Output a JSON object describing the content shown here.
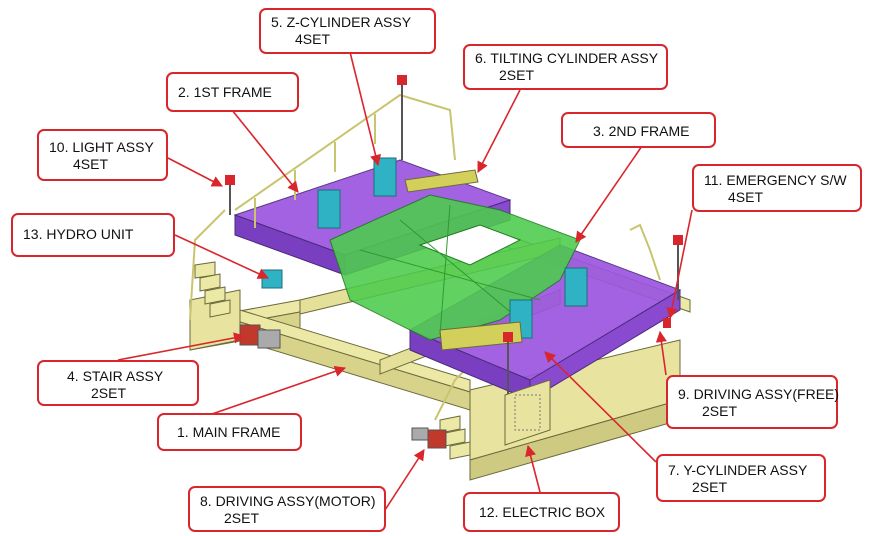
{
  "colors": {
    "callout_border": "#d9262c",
    "frame_yellow": "#ece8a6",
    "upper_frame_purple": "#9b55e0",
    "table_green": "#4ccc4c",
    "cylinder_cyan": "#2fb3c4",
    "tilt_cylinder_olive": "#d2d05a"
  },
  "labels": {
    "z_cylinder": {
      "line1": "5. Z-CYLINDER ASSY",
      "line2": "4SET"
    },
    "tilting_cylinder": {
      "line1": "6. TILTING CYLINDER ASSY",
      "line2": "2SET"
    },
    "first_frame": {
      "line1": "2. 1ST FRAME"
    },
    "second_frame": {
      "line1": "3. 2ND FRAME"
    },
    "light": {
      "line1": "10. LIGHT ASSY",
      "line2": "4SET"
    },
    "emergency": {
      "line1": "11. EMERGENCY S/W",
      "line2": "4SET"
    },
    "hydro": {
      "line1": "13. HYDRO UNIT"
    },
    "stair": {
      "line1": "4. STAIR ASSY",
      "line2": "2SET"
    },
    "driving_free": {
      "line1": "9. DRIVING ASSY(FREE)",
      "line2": "2SET"
    },
    "main_frame": {
      "line1": "1. MAIN FRAME"
    },
    "y_cylinder": {
      "line1": "7. Y-CYLINDER ASSY",
      "line2": "2SET"
    },
    "driving_motor": {
      "line1": "8. DRIVING ASSY(MOTOR)",
      "line2": "2SET"
    },
    "electric_box": {
      "line1": "12. ELECTRIC BOX"
    }
  }
}
